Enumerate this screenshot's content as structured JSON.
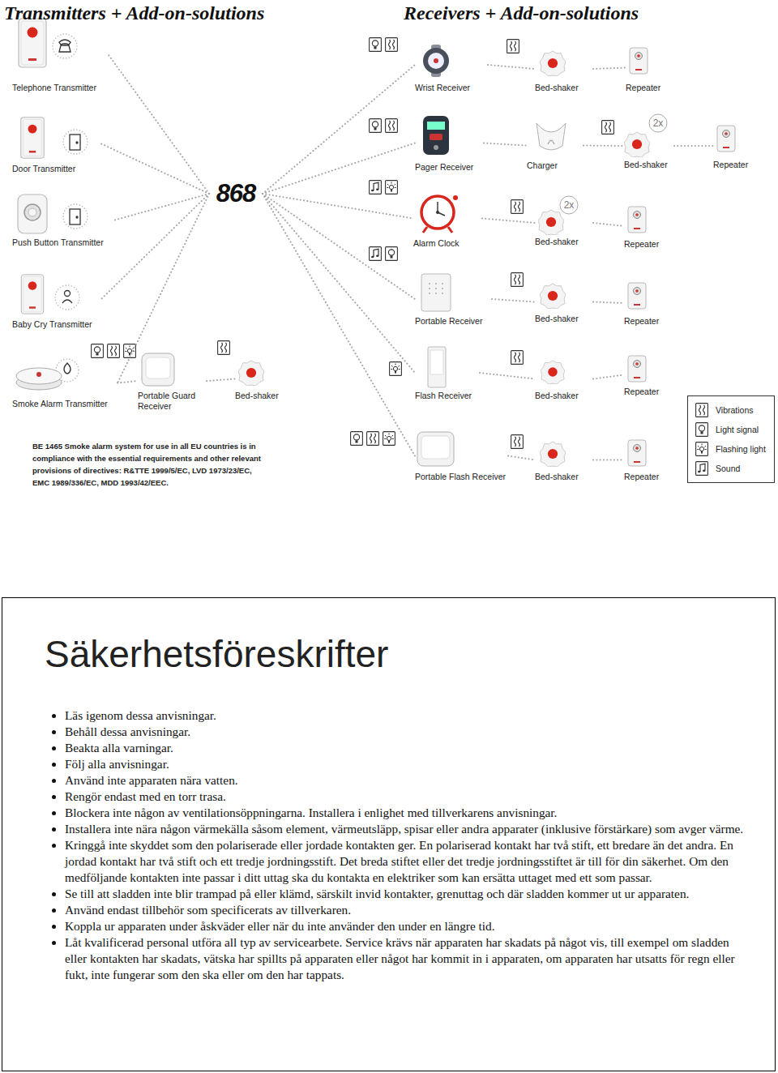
{
  "diagram": {
    "nodes": [
      {
        "text": [
          "Telephone Transmitter"
        ]
      },
      {
        "text": [
          "Wrist Receiver"
        ]
      },
      {
        "text": [
          "Bed-shaker"
        ]
      },
      {
        "text": [
          "Repeater"
        ]
      },
      {
        "text": [
          "Door Transmitter"
        ]
      },
      {
        "text": [
          "Pager Receiver"
        ]
      },
      {
        "text": [
          "Charger"
        ]
      },
      {
        "text": [
          "Bed-shaker"
        ]
      },
      {
        "text": [
          "Repeater"
        ]
      },
      {
        "text": [
          "868"
        ]
      },
      {
        "text": [
          "Push Button Transmitter"
        ]
      },
      {
        "text": [
          "Alarm Clock"
        ]
      },
      {
        "text": [
          "Bed-shaker"
        ]
      },
      {
        "text": [
          "Repeater"
        ]
      },
      {
        "text": [
          "Baby Cry Transmitter"
        ]
      },
      {
        "text": [
          "Portable Receiver"
        ]
      },
      {
        "text": [
          "Bed-shaker"
        ]
      },
      {
        "text": [
          "Repeater"
        ]
      },
      {
        "text": [
          "Smoke Alarm Transmitter"
        ]
      },
      {
        "text": [
          "Portable Guard Receiver"
        ]
      },
      {
        "text": [
          "Bed-shaker"
        ]
      },
      {
        "text": [
          "Flash Receiver"
        ]
      },
      {
        "text": [
          "Bed-shaker"
        ]
      },
      {
        "text": [
          "Repeater"
        ]
      },
      {
        "text": [
          "Portable Flash Receiver"
        ]
      },
      {
        "text": [
          "Bed-shaker"
        ]
      },
      {
        "text": [
          "Repeater"
        ]
      }
    ],
    "edges": [
      {
        "from": 9,
        "to": 0,
        "arrow": "none"
      },
      {
        "from": 9,
        "to": 4,
        "arrow": "none"
      },
      {
        "from": 9,
        "to": 10,
        "arrow": "none"
      },
      {
        "from": 9,
        "to": 14,
        "arrow": "none"
      },
      {
        "from": 9,
        "to": 18,
        "arrow": "none"
      },
      {
        "from": 9,
        "to": 1,
        "arrow": "none"
      },
      {
        "from": 9,
        "to": 5,
        "arrow": "none"
      },
      {
        "from": 9,
        "to": 11,
        "arrow": "none"
      },
      {
        "from": 9,
        "to": 15,
        "arrow": "none"
      },
      {
        "from": 9,
        "to": 21,
        "arrow": "none"
      },
      {
        "from": 9,
        "to": 24,
        "arrow": "none"
      },
      {
        "from": 1,
        "to": 2,
        "arrow": "none"
      },
      {
        "from": 2,
        "to": 3,
        "arrow": "none"
      },
      {
        "from": 5,
        "to": 6,
        "arrow": "none"
      },
      {
        "from": 6,
        "to": 7,
        "arrow": "none"
      },
      {
        "from": 7,
        "to": 8,
        "arrow": "none"
      },
      {
        "from": 11,
        "to": 12,
        "arrow": "none"
      },
      {
        "from": 12,
        "to": 13,
        "arrow": "none"
      },
      {
        "from": 15,
        "to": 16,
        "arrow": "none"
      },
      {
        "from": 16,
        "to": 17,
        "arrow": "none"
      },
      {
        "from": 18,
        "to": 19,
        "arrow": "none"
      },
      {
        "from": 19,
        "to": 20,
        "arrow": "none"
      },
      {
        "from": 21,
        "to": 22,
        "arrow": "none"
      },
      {
        "from": 22,
        "to": 23,
        "arrow": "none"
      },
      {
        "from": 24,
        "to": 25,
        "arrow": "none"
      },
      {
        "from": 25,
        "to": 26,
        "arrow": "none"
      }
    ],
    "labels": [
      "Transmitters + Add-on-solutions",
      "Receivers + Add-on-solutions",
      "2x",
      "2x",
      "BE 1465 Smoke alarm system for use in all EU countries is in compliance with the essential requirements and other relevant provisions of directives: R&TTE 1999/5/EC, LVD 1973/23/EC, EMC 1989/336/EC, MDD 1993/42/EEC.",
      "Säkerhetsföreskrifter",
      "Läs igenom dessa anvisningar.",
      "Behåll dessa anvisningar.",
      "Beakta alla varningar.",
      "Följ alla anvisningar.",
      "Använd inte apparaten nära vatten.",
      "Rengör endast med en torr trasa.",
      "Blockera inte någon av ventilationsöppningarna. Installera i enlighet med tillverkarens anvisningar.",
      "Installera inte nära någon värmekälla såsom element, värmeutsläpp, spisar eller andra apparater (inklusive förstärkare) som avger värme.",
      "Kringgå inte skyddet som den polariserade eller jordade kontakten ger. En polariserad kontakt har två stift, ett bredare än det andra. En jordad kontakt har två stift och ett tredje jordningsstift. Det breda stiftet eller det tredje jordningsstiftet är till för din säkerhet. Om den medföljande kontakten inte passar i ditt uttag ska du kontakta en elektriker som kan ersätta uttaget med ett som passar.",
      "Se till att sladden inte blir trampad på eller klämd, särskilt invid kontakter, grenuttag och där sladden kommer ut ur apparaten.",
      "Använd endast tillbehör som specificerats av tillverkaren.",
      "Koppla ur apparaten under åskväder eller när du inte använder den under en längre tid.",
      "Låt kvalificerad personal utföra all typ av servicearbete. Service krävs när apparaten har skadats på något vis, till exempel om sladden eller kontakten har skadats, vätska har spillts på apparaten eller något har kommit in i apparaten, om apparaten har utsatts för regn eller fukt, inte fungerar som den ska eller om den har tappats."
    ],
    "legend": [
      {
        "text": "Vibrations"
      },
      {
        "text": "Light signal"
      },
      {
        "text": "Flashing light"
      },
      {
        "text": "Sound"
      }
    ]
  }
}
